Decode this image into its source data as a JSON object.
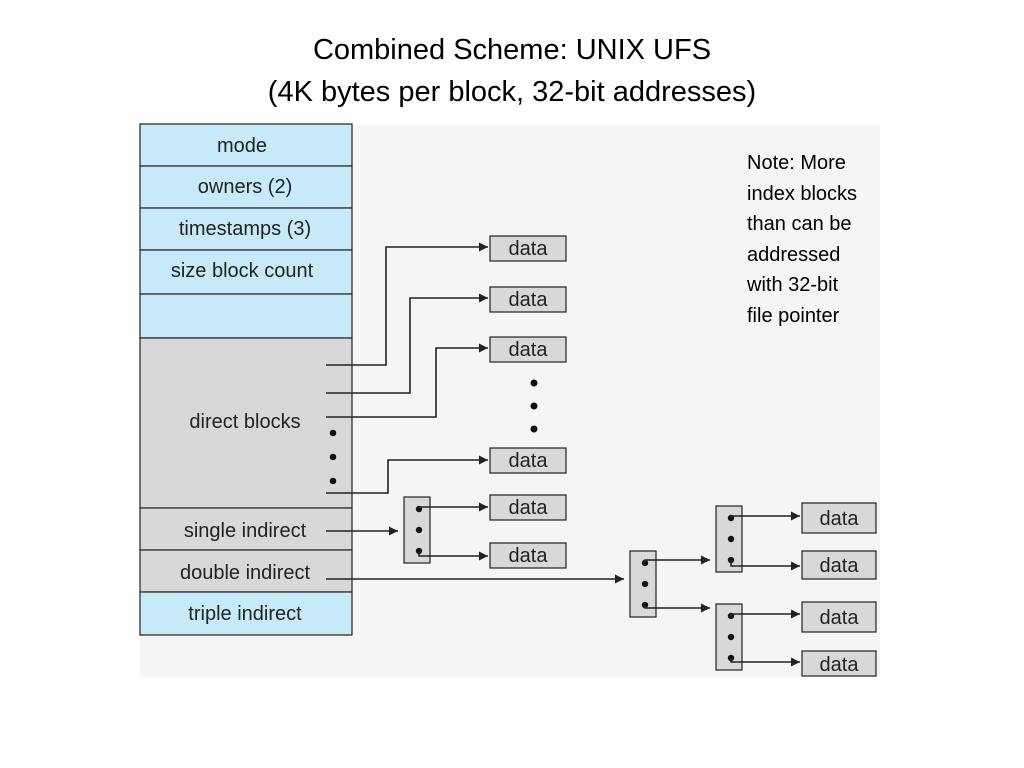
{
  "title": {
    "line1": "Combined Scheme:  UNIX UFS",
    "line2": "(4K bytes per block, 32-bit addresses)"
  },
  "note": "Note: More\nindex blocks\nthan can be\naddressed\nwith 32-bit\nfile pointer",
  "inode": {
    "fields": [
      "mode",
      "owners (2)",
      "timestamps (3)",
      "size block count",
      "",
      "direct blocks",
      "single indirect",
      "double indirect",
      "triple indirect"
    ]
  },
  "data_label": "data",
  "colors": {
    "inode_light": "#c8eaf8",
    "inode_gray": "#d8d8d8",
    "block_fill": "#d8d8d8",
    "panel_bg": "#f4f4f4",
    "stroke": "#222222"
  }
}
